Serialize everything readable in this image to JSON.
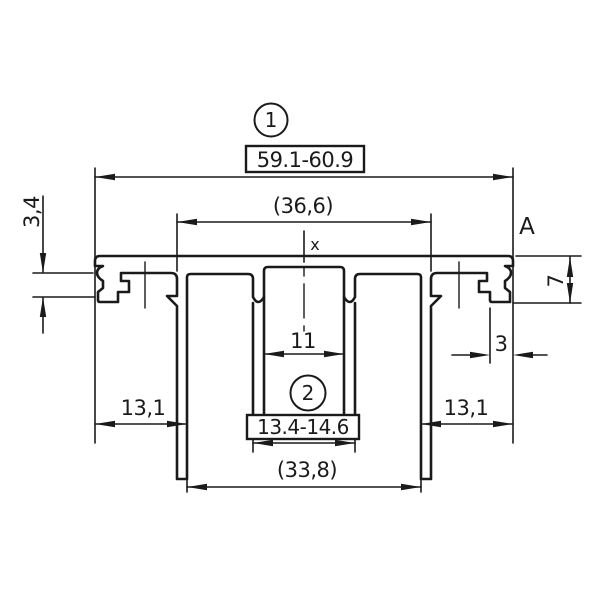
{
  "drawing": {
    "callouts": {
      "position1": "1",
      "position2": "2"
    },
    "dimensions": {
      "overall_width": "59.1-60.9",
      "inner_width": "(36,6)",
      "clip_depth": "3,4",
      "edge_height": "7",
      "foot_width": "3",
      "slot_width": "11",
      "left_offset": "13,1",
      "right_offset": "13,1",
      "clip_width": "13.4-14.6",
      "channel_width": "(33,8)"
    },
    "labels": {
      "section": "A",
      "center_mark": "x"
    },
    "colors": {
      "line": "#1a1a1a",
      "background": "#ffffff"
    }
  }
}
